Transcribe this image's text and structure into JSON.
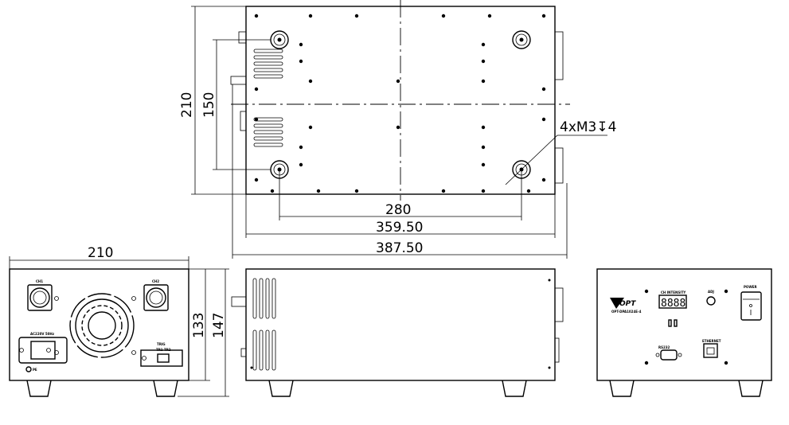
{
  "drawing": {
    "top_view": {
      "dim_depth": "210",
      "dim_hole_spacing_y": "150",
      "dim_hole_spacing_x": "280",
      "dim_body_width": "359.50",
      "dim_overall_width": "387.50",
      "thread_callout": "4xM3↧4"
    },
    "rear_view": {
      "dim_width": "210",
      "dim_body_height": "133",
      "dim_overall_height": "147",
      "ch1_label": "CH1",
      "ch2_label": "CH2",
      "power_inlet_label": "AC220V 50Hz",
      "ground_label": "PE",
      "trigger_label": "TRIG",
      "trigger_pins_label": "TR1 TR2"
    },
    "front_view": {
      "brand": "OPT",
      "model": "OPT-DPA1024E-4",
      "intensity_label": "CH  INTENSITY",
      "display_value": "8888",
      "adj_label": "ADJ",
      "power_label": "POWER",
      "rs232_label": "RS232",
      "ethernet_label": "ETHERNET"
    }
  }
}
